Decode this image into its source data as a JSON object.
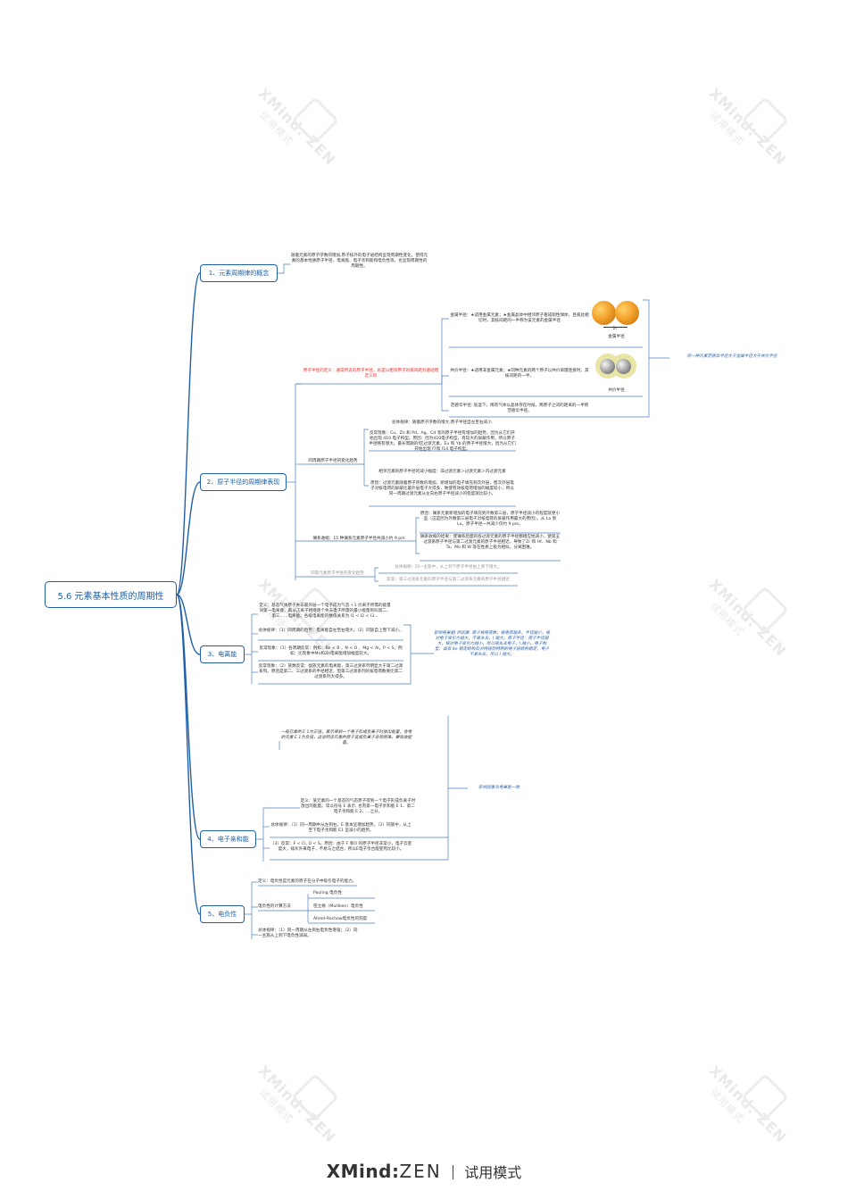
{
  "watermark": {
    "brand": "XMind: ZEN",
    "sub": "试用模式"
  },
  "root": "5.6 元素基本性质的周期性",
  "branches": [
    {
      "label": "1、元素周期律的概念"
    },
    {
      "label": "2、原子半径的周期律表现"
    },
    {
      "label": "3、电离能"
    },
    {
      "label": "4、电子亲和能"
    },
    {
      "label": "5、电负性"
    }
  ],
  "b1": {
    "text": "随着元素的原子序数的增加,原子核外的电子层结构呈现周期性变化，使得元素的基本性质原子半径、电离能、电子亲和能和电负性等，也呈现周期性的周期性。"
  },
  "b2": {
    "def": "原子半径的定义：通常所说的原子半径，总是以相邻原子的核间距为基础而定义的",
    "metal": "金属半径：★适用金属元素；★金属晶体中相邻原子看成刚性球体，且彼此相切时，其核间距的一半称为该元素的金属半径",
    "metal_label": "金属半径",
    "covalent": "共价半径：★适用非金属元素；★同种元素的两个原子以共价单键连接时，其核间距的一半。",
    "covalent_label": "共价半径",
    "vdw": "范德华半径: 低温下，稀有气体以晶体存在时候，两原子之间的距离的一半称范德华半径。",
    "d_label": "2r",
    "side_note": "同一种元素范德华半径大于金属半径大于共价半径",
    "period_rule": "同周期原子半径的变化趋势",
    "total_rule": "总体规律：随着原子序数的增大,原子半径自左至右减小.",
    "anomaly": "反常现象：Cu、Zn 和 Pd、Ag、Cd 等的原子半径有增加的趋势，因为从它们开始出现 d10 电子构型。原因：因为d10电子构型，有较大的屏蔽作用，所以原子半径略有增大。最长周期的f区过渡元素，Eu 和 Yb 的原子半径增大，因为从它们开始出现 f7和 f14 电子构型。",
    "adjacent": "相邻元素的原子半径的减小幅度：非过渡元素＞过渡元素＞内过渡元素",
    "reason": "原因：过渡元素随着原子序数的增加，新增加的电子填充到次外层，而次外层电子对核电荷的屏蔽比最外层电子大得多，致使有效核电荷增加的幅度较小，所以同一周期过渡元素从左向右原子半径减小的程度就比较小。",
    "lanthanide": "镧系收缩：15 种镧系元素原子半径共减小约 9 pm",
    "lan_reason": "原因：镧系元素新增加的电子填充到外数第三层，原子半径减小的程度就更小些（这是因为外数第三层电子对核电荷的屏蔽作用最大的原因）。从 La 到Lu，原子半径一共减少仅约 9 pm。",
    "lan_result": "镧系收缩的结果：使镧系后面的各过渡元素的原子半径都相应地减小，使第五过渡系原子半径与第二过渡元素的原子半径相近，导致了Zr 和 Hf、Nb 和Ta、Mo 和 W 等在性质上极为相似，分离困难。",
    "group_rule": "同族元素原子半径的变化趋势",
    "group_total": "总体规律：同一主族中，从上到下原子半径由上到下增大。",
    "group_anomaly": "反常：第三过渡系元素的原子半径与第二过渡系元素的原子半径相近"
  },
  "b3": {
    "def": "定义：基态气体原子失去最外层一个电子成为气态 +1 价离子所需的能量叫第一电离能，再从正离子相继逐个失去电子所需的最小能量则叫第二、第三......电离能。各级电离能的数值关系为 I1 < I2 < I3...",
    "rule1": "总体规律：（1）同周期的趋势：电离能自左至右增大。（2）同族自上而下减小。",
    "anomaly": "反常现象：（1）各周期反常：例如：Be < B ，N < O ，Mg < Al，P < S，例如：比现象中Mn和Zn电离能增加幅度较大。",
    "anomaly2": "反常现象：（2）族数反常：副族元素的电离能，第三过渡系列明显大于第二过渡系列。原因是第二、三过渡系的半径相近，但第三过渡系列的核电荷数要比第二过渡系列大得多。",
    "note": "影响电离能I 的因素: 原子核电荷数，核电荷越多，半径越小，核对电子吸引力越大，不易失去，I 越大。原子半径：原子半径越大，核对电子吸引力越小，所以易失去电子，I 越小。电子构型：具有 8e 稳定结构及洪特规则特例的电子层结构稳定，电子不易失去，所以 I 越大。"
  },
  "b4": {
    "note_top": "一般元素的 E 1为正值，表示得到一个电子形成负离子时放出能量，合电的元素 E 1为负值，这说明该元素的原子变成负离子非常困难，要吸收能量。",
    "def": "定义：某元素的一个基态的气态原子得到一个电子形成负离子时放出的能量。常以符号 E 表示, 也有第一电子亲和能 E 1、第二电子亲和能 E 2、...之分。",
    "rule1": "总体规律：（1）同一周期中从左到右，E 基本呈增加趋势。（2）同族中，从上至下电子亲和能 E1 呈减小的趋势。",
    "rule3": "（3）反常：F < Cl, O < S。原因：由于 F 和O 的原子半径非常小，电子云密度大，排斥外来电子，不易与之结合，所以E电子亲合能变死比较小。",
    "side": "影响因素与电离能一致"
  },
  "b5": {
    "def": "定义：电负性是元素的原子在分子中吸引电子的能力。",
    "methods_label": "电负性的计算方法",
    "methods": [
      "Pauling 电负性",
      "密立根（Mulliken）电负性",
      "Allred-Rochow电负性的刻度"
    ],
    "rule": "总体规律：（1）同一周期从左到右电负性增强；（2）同一主族从上到下电负性减弱。"
  },
  "footer": {
    "brand": "XMind",
    "colon": ":",
    "zen": "ZEN",
    "trial": "试用模式"
  }
}
